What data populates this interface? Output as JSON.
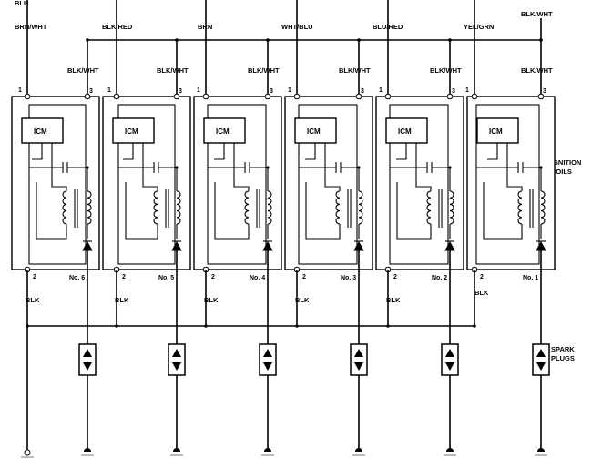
{
  "top_wire_label_cut": "BLU",
  "coils": [
    {
      "input_wire": "BRN/WHT",
      "feed_wire": "BLK/WHT",
      "ground_wire": "BLK",
      "pin_1": "1",
      "pin_2": "2",
      "pin_3": "3",
      "module": "ICM",
      "coil_number": "No. 6"
    },
    {
      "input_wire": "BLK/RED",
      "feed_wire": "BLK/WHT",
      "ground_wire": "BLK",
      "pin_1": "1",
      "pin_2": "2",
      "pin_3": "3",
      "module": "ICM",
      "coil_number": "No. 5"
    },
    {
      "input_wire": "BRN",
      "feed_wire": "BLK/WHT",
      "ground_wire": "BLK",
      "pin_1": "1",
      "pin_2": "2",
      "pin_3": "3",
      "module": "ICM",
      "coil_number": "No. 4"
    },
    {
      "input_wire": "WHT/BLU",
      "feed_wire": "BLK/WHT",
      "ground_wire": "BLK",
      "pin_1": "1",
      "pin_2": "2",
      "pin_3": "3",
      "module": "ICM",
      "coil_number": "No. 3"
    },
    {
      "input_wire": "BLU/RED",
      "feed_wire": "BLK/WHT",
      "ground_wire": "BLK",
      "pin_1": "1",
      "pin_2": "2",
      "pin_3": "3",
      "module": "ICM",
      "coil_number": "No. 2"
    },
    {
      "input_wire": "YEL/GRN",
      "feed_wire": "BLK/WHT",
      "ground_wire": "BLK",
      "pin_1": "1",
      "pin_2": "2",
      "pin_3": "3",
      "module": "ICM",
      "coil_number": "No. 1"
    }
  ],
  "power_wire": "BLK/WHT",
  "labels": {
    "ignition_coils_line1": "IGNITION",
    "ignition_coils_line2": "COILS",
    "spark_plugs_line1": "SPARK",
    "spark_plugs_line2": "PLUGS"
  }
}
